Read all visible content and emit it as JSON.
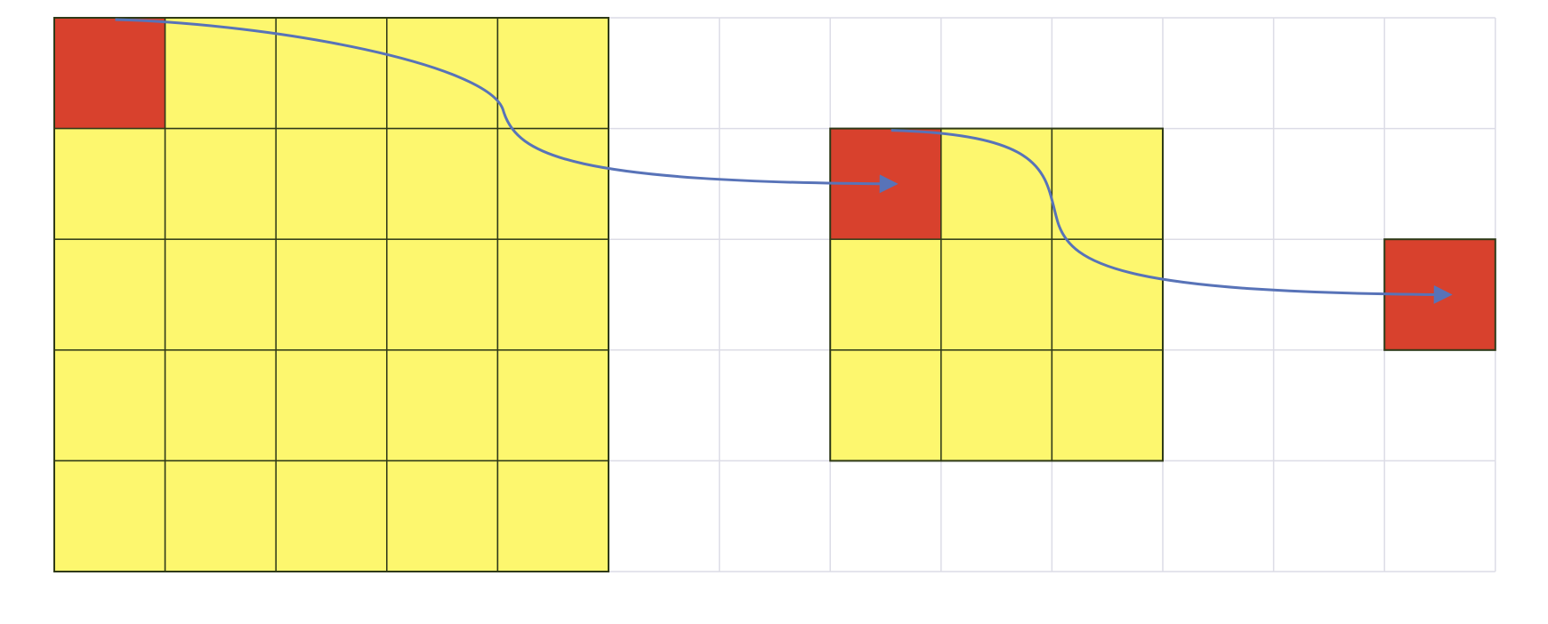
{
  "diagram": {
    "grid": {
      "columns": 13,
      "rows": 5
    },
    "colors": {
      "background": "#ffffff",
      "grid_line": "#dcdce6",
      "block_fill": "#fdf76e",
      "block_stroke": "#2f3a18",
      "highlight_fill": "#d8412d",
      "arrow": "#5873b8"
    },
    "blocks": [
      {
        "name": "block-5x5",
        "col": 0,
        "row": 0,
        "size": 5,
        "highlight": [
          0,
          0
        ]
      },
      {
        "name": "block-3x3",
        "col": 7,
        "row": 1,
        "size": 3,
        "highlight": [
          0,
          0
        ]
      },
      {
        "name": "block-1x1",
        "col": 12,
        "row": 2,
        "size": 1,
        "highlight": [
          0,
          0
        ]
      }
    ],
    "arrows": [
      {
        "name": "arrow-block-5x5-to-block-3x3",
        "from": "block-5x5",
        "to": "block-3x3"
      },
      {
        "name": "arrow-block-3x3-to-block-1x1",
        "from": "block-3x3",
        "to": "block-1x1"
      }
    ]
  }
}
